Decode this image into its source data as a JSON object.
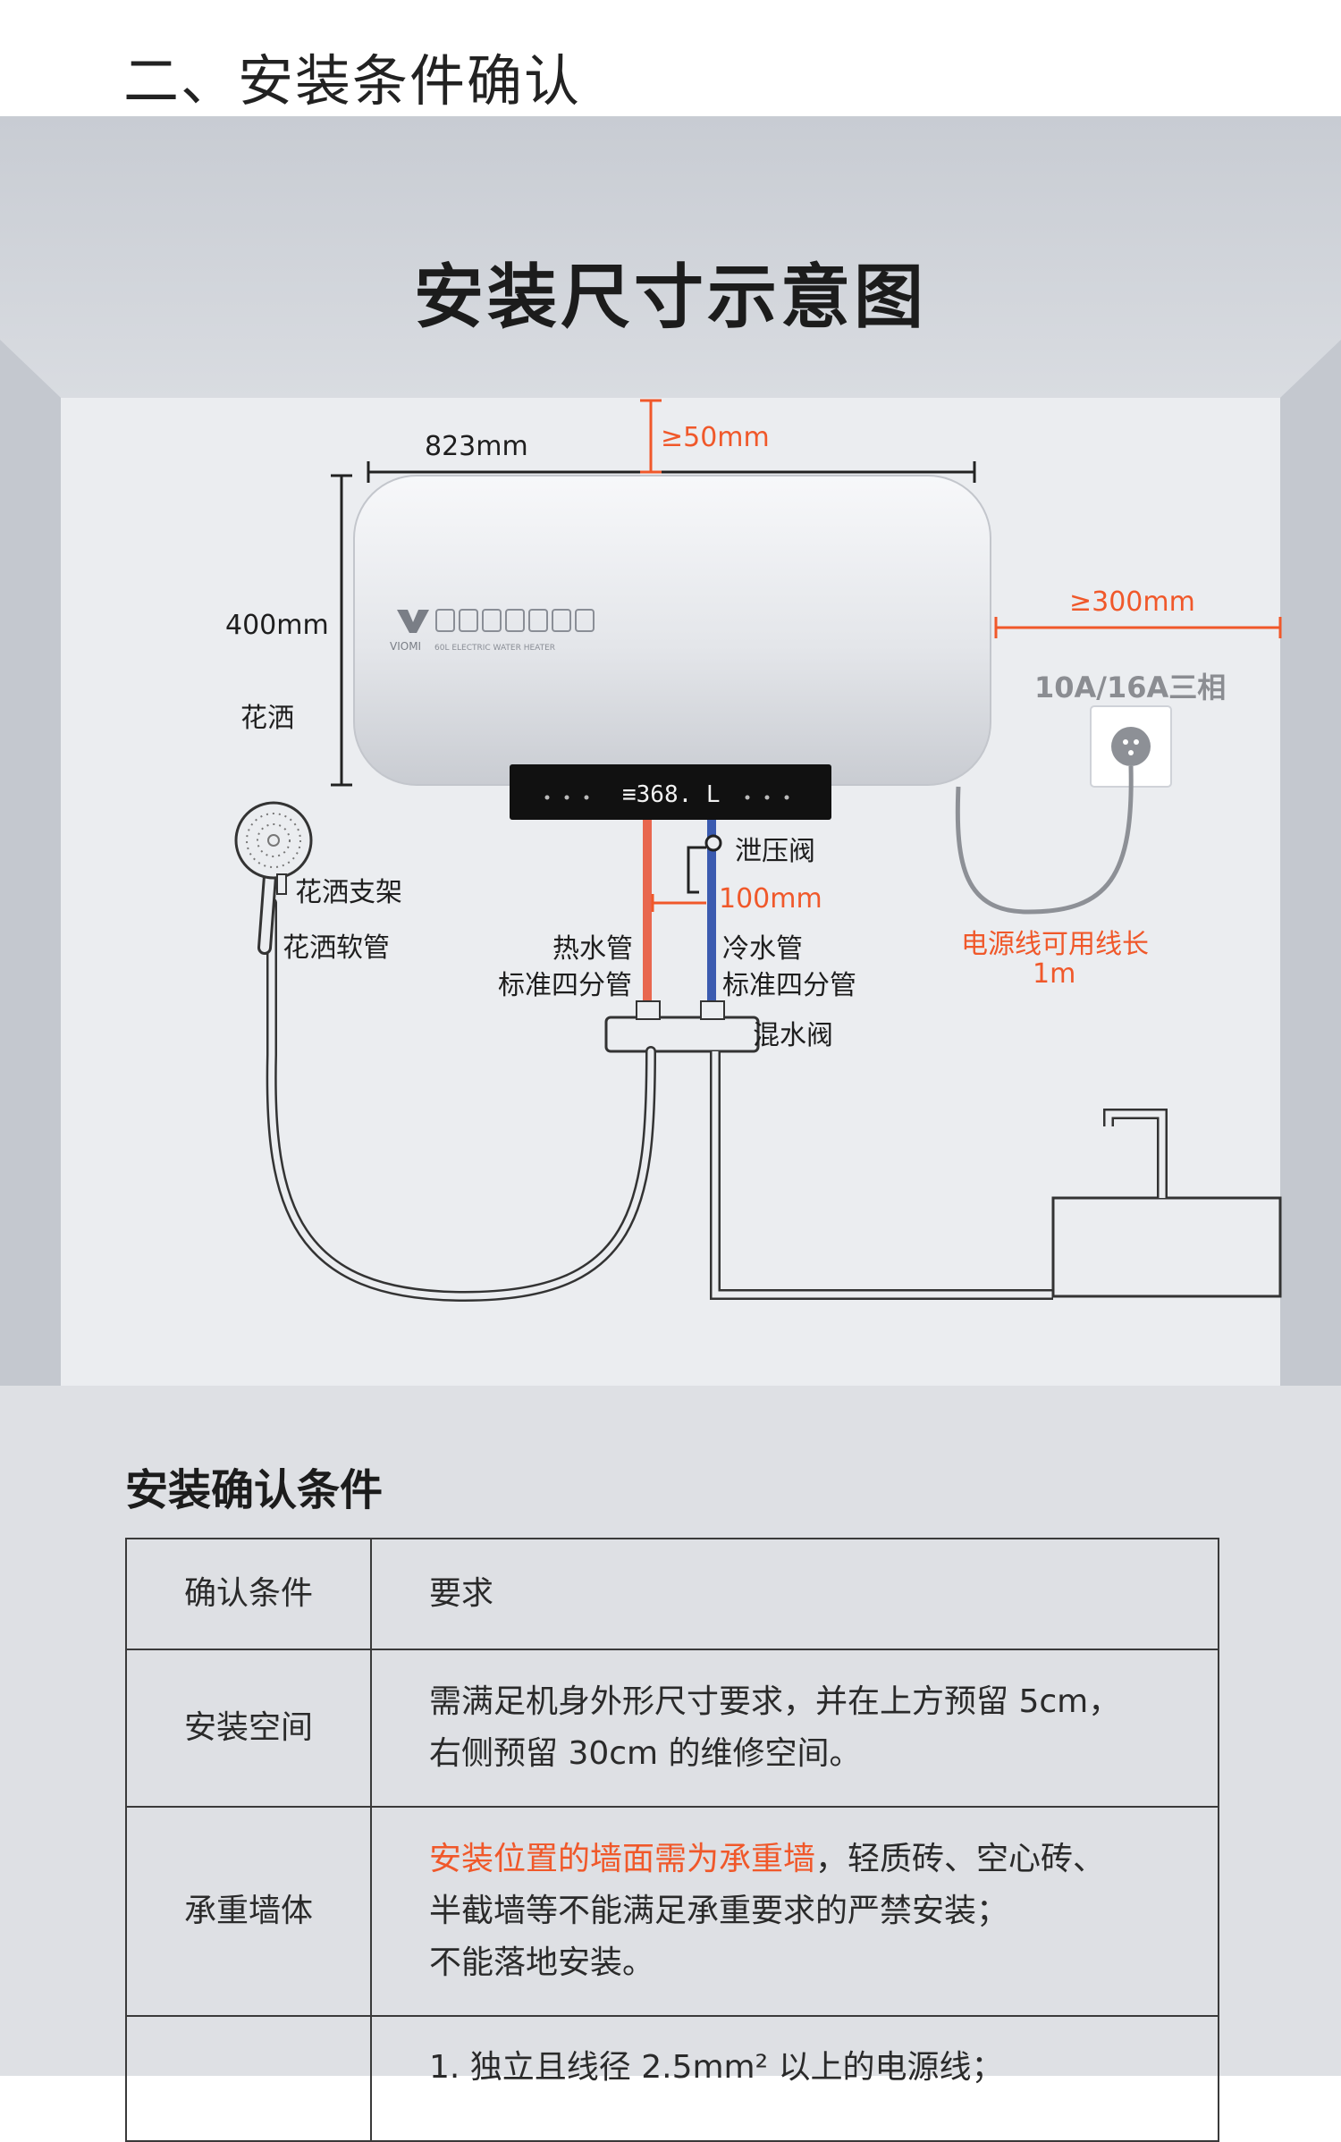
{
  "page": {
    "heading": "二、安装条件确认"
  },
  "diagram": {
    "title": "安装尺寸示意图",
    "brand": "VIOMI",
    "product_text": "60L ELECTRIC WATER HEATER",
    "display_text": "≡368. L",
    "dimensions": {
      "width": "823mm",
      "height": "400mm",
      "top_clearance": "≥50mm",
      "side_clearance": "≥300mm",
      "pipe_spacing": "100mm"
    },
    "labels": {
      "shower_head": "花洒",
      "shower_bracket": "花洒支架",
      "shower_hose": "花洒软管",
      "relief_valve": "泄压阀",
      "hot_pipe": "热水管",
      "hot_pipe_spec": "标准四分管",
      "cold_pipe": "冷水管",
      "cold_pipe_spec": "标准四分管",
      "mixing_valve": "混水阀",
      "socket": "10A/16A三相",
      "cord_length_1": "电源线可用线长",
      "cord_length_2": "1m"
    },
    "colors": {
      "orange": "#f0582a",
      "hot": "#e8674f",
      "cold": "#3b5bb0"
    }
  },
  "conditions": {
    "title": "安装确认条件",
    "header": {
      "col1": "确认条件",
      "col2": "要求"
    },
    "rows": [
      {
        "name": "安装空间",
        "lines": [
          "需满足机身外形尺寸要求，并在上方预留 5cm，",
          "右侧预留 30cm 的维修空间。"
        ]
      },
      {
        "name": "承重墙体",
        "highlight": "安装位置的墙面需为承重墙",
        "lines": [
          "，轻质砖、空心砖、",
          "半截墙等不能满足承重要求的严禁安装；",
          "不能落地安装。"
        ]
      },
      {
        "name": "",
        "lines": [
          "1. 独立且线径 2.5mm² 以上的电源线；"
        ]
      }
    ]
  }
}
